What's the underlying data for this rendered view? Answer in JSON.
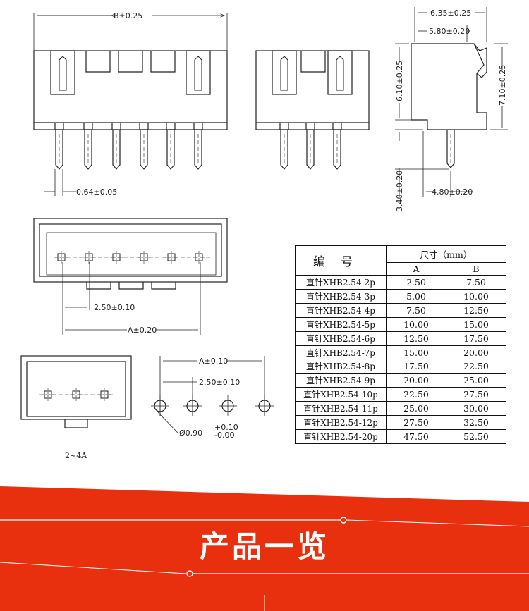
{
  "dims": {
    "front_B": "B±0.25",
    "pin_width": "0.64±0.05",
    "side_outer": "6.35±0.25",
    "side_inner": "5.80±0.20",
    "height_610": "6.10±0.25",
    "height_710": "7.10±0.25",
    "pin_len": "3.40±0.20",
    "pin_offset": "4.80±0.20",
    "pitch_top": "2.50±0.10",
    "span_A": "A±0.20",
    "pad_A": "A±0.10",
    "pad_pitch": "2.50±0.10",
    "hole_dia_base": "Ø0.90",
    "hole_tol_plus": "+0.10",
    "hole_tol_minus": "-0.00"
  },
  "note_2_4A": "2~4A",
  "table": {
    "header_code": "编号",
    "header_size": "尺寸（mm）",
    "col_A": "A",
    "col_B": "B",
    "rows": [
      {
        "part": "直针XHB2.54-2p",
        "A": "2.50",
        "B": "7.50"
      },
      {
        "part": "直针XHB2.54-3p",
        "A": "5.00",
        "B": "10.00"
      },
      {
        "part": "直针XHB2.54-4p",
        "A": "7.50",
        "B": "12.50"
      },
      {
        "part": "直针XHB2.54-5p",
        "A": "10.00",
        "B": "15.00"
      },
      {
        "part": "直针XHB2.54-6p",
        "A": "12.50",
        "B": "17.50"
      },
      {
        "part": "直针XHB2.54-7p",
        "A": "15.00",
        "B": "20.00"
      },
      {
        "part": "直针XHB2.54-8p",
        "A": "17.50",
        "B": "22.50"
      },
      {
        "part": "直针XHB2.54-9p",
        "A": "20.00",
        "B": "25.00"
      },
      {
        "part": "直针XHB2.54-10p",
        "A": "22.50",
        "B": "27.50"
      },
      {
        "part": "直针XHB2.54-11p",
        "A": "25.00",
        "B": "30.00"
      },
      {
        "part": "直针XHB2.54-12p",
        "A": "27.50",
        "B": "32.50"
      },
      {
        "part": "直针XHB2.54-20p",
        "A": "47.50",
        "B": "52.50"
      }
    ]
  },
  "banner": {
    "title": "产品一览",
    "color": "#e8300f"
  }
}
